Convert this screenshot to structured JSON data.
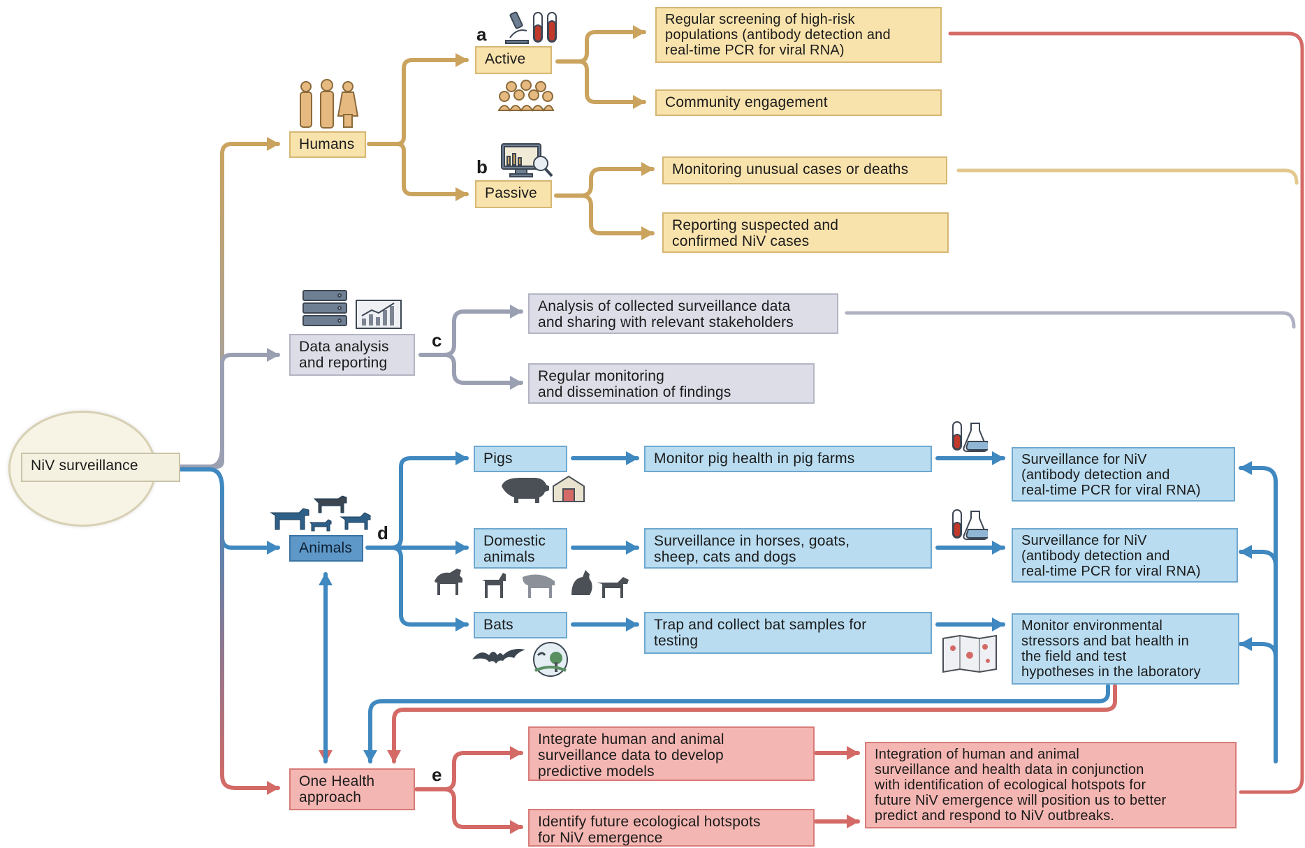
{
  "root": {
    "label": "NiV surveillance"
  },
  "letters": {
    "a": "a",
    "b": "b",
    "c": "c",
    "d": "d",
    "e": "e"
  },
  "humans": {
    "label": "Humans",
    "active": {
      "label": "Active",
      "items": [
        "Regular screening of high-risk\npopulations (antibody detection and\nreal-time PCR for viral RNA)",
        "Community engagement"
      ]
    },
    "passive": {
      "label": "Passive",
      "items": [
        "Monitoring unusual cases or deaths",
        "Reporting suspected and\nconfirmed NiV cases"
      ]
    }
  },
  "data_analysis": {
    "label": "Data analysis\nand reporting",
    "items": [
      "Analysis of collected surveillance data\nand sharing with relevant stakeholders",
      "Regular monitoring\nand dissemination of findings"
    ]
  },
  "animals": {
    "label": "Animals",
    "pigs": {
      "label": "Pigs",
      "action": "Monitor pig health in pig farms",
      "outcome": "Surveillance for NiV\n(antibody detection and\nreal-time PCR for viral RNA)"
    },
    "domestic": {
      "label": "Domestic\nanimals",
      "action": "Surveillance in horses, goats,\nsheep, cats and dogs",
      "outcome": "Surveillance for NiV\n(antibody detection and\nreal-time PCR for viral RNA)"
    },
    "bats": {
      "label": "Bats",
      "action": "Trap and collect bat samples for\ntesting",
      "outcome": "Monitor environmental\nstressors and bat health in\nthe field and test\nhypotheses in the laboratory"
    }
  },
  "one_health": {
    "label": "One Health\napproach",
    "items": [
      "Integrate human and animal\nsurveillance data to develop\npredictive models",
      "Identify future ecological hotspots\nfor NiV emergence"
    ],
    "outcome": "Integration of human and animal\nsurveillance and health data in conjunction\nwith identification of ecological hotspots for\nfuture NiV emergence will position us to better\npredict and respond to NiV outbreaks."
  },
  "colors": {
    "gold": "#caa35e",
    "grey": "#9aa0b2",
    "blue": "#3f88c0",
    "red": "#d46a66",
    "icon": "#5a5a5a"
  }
}
